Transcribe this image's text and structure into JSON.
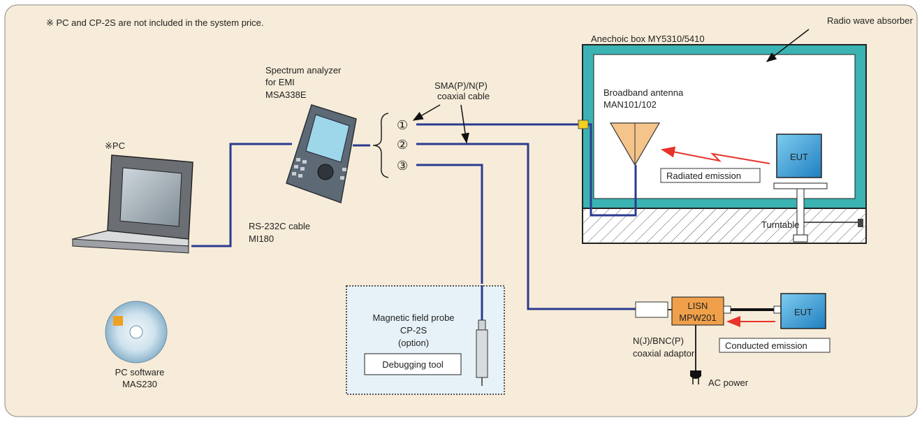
{
  "note": "※   PC and CP-2S are not included in the system price.",
  "absorber_label": "Radio wave absorber",
  "anechoic_box_label": "Anechoic box MY5310/5410",
  "antenna": {
    "line1": "Broadband antenna",
    "line2": "MAN101/102"
  },
  "eut_label": "EUT",
  "radiated_label": "Radiated emission",
  "turntable_label": "Turntable",
  "cable_label": {
    "line1": "SMA(P)/N(P)",
    "line2": "coaxial cable"
  },
  "analyzer": {
    "line1": "Spectrum analyzer",
    "line2": "for EMI",
    "line3": "MSA338E"
  },
  "ports": [
    "①",
    "②",
    "③"
  ],
  "pc_label": "※PC",
  "rs232": {
    "line1": "RS-232C cable",
    "line2": "MI180"
  },
  "software": {
    "line1": "PC software",
    "line2": "MAS230"
  },
  "probe": {
    "mark": "※",
    "line1": "Magnetic field probe",
    "line2": "CP-2S",
    "line3": "(option)",
    "tool": "Debugging tool"
  },
  "lisn": {
    "line1": "LISN",
    "line2": "MPW201"
  },
  "eut2_label": "EUT",
  "conducted_label": "Conducted emission",
  "adaptor": {
    "line1": "N(J)/BNC(P)",
    "line2": "coaxial adaptor"
  },
  "ac_power": "AC power",
  "colors": {
    "background": "#f7ecd9",
    "cable": "#2b3a8f",
    "absorber": "#3bb3b3",
    "antenna": "#f5c48a",
    "lisn": "#f0a04a",
    "arrow": "#e8332a",
    "eut": "#1f8fd0"
  }
}
